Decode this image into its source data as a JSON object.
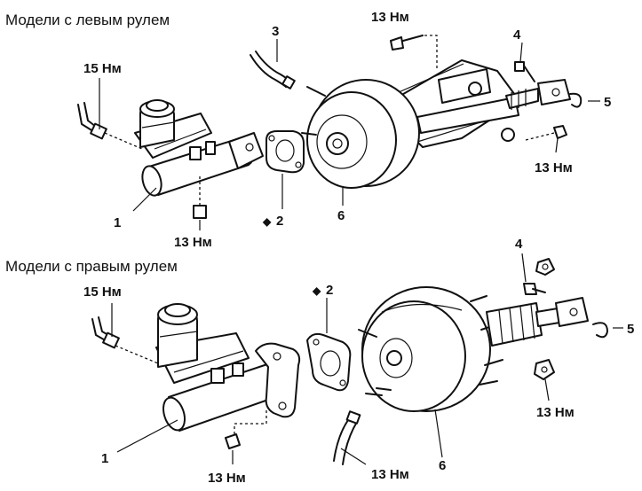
{
  "headers": {
    "lhd": "Модели с левым рулем",
    "rhd": "Модели с правым рулем"
  },
  "top": {
    "torque_reservoir": "15 Нм",
    "torque_top": "13 Нм",
    "torque_right": "13 Нм",
    "torque_bottom": "13 Нм",
    "part_1": "1",
    "part_2": "2",
    "part_3": "3",
    "part_4": "4",
    "part_5": "5",
    "part_6": "6",
    "gasket_marker": "◆"
  },
  "bottom": {
    "torque_reservoir": "15 Нм",
    "torque_right": "13 Нм",
    "torque_bottom_left": "13 Нм",
    "torque_bottom_mid": "13 Нм",
    "part_1": "1",
    "part_2": "2",
    "part_4": "4",
    "part_5": "5",
    "part_6": "6",
    "gasket_marker": "◆"
  }
}
